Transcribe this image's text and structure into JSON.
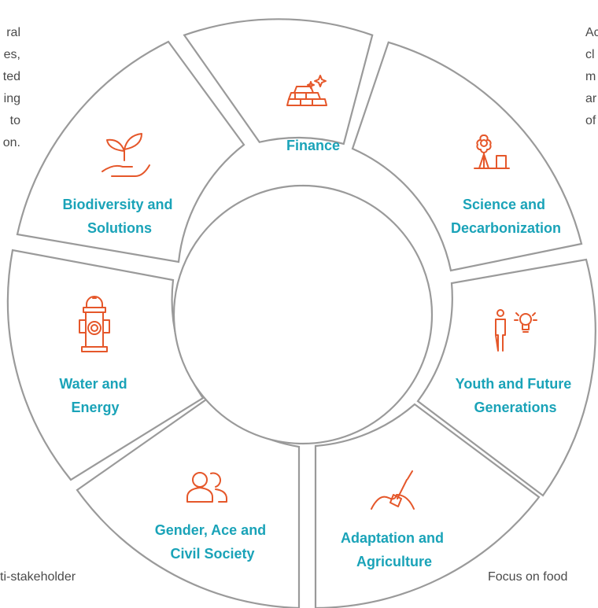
{
  "colors": {
    "label": "#1aa3b8",
    "icon": "#e5572a",
    "outline": "#9a9a9a",
    "body_text": "#4a4a4a"
  },
  "segments": [
    {
      "label_lines": [
        "Finance"
      ],
      "icon": "gold-bars-sparkle-icon"
    },
    {
      "label_lines": [
        "Science and",
        "Decarbonization"
      ],
      "icon": "flower-factory-icon"
    },
    {
      "label_lines": [
        "Youth and Future",
        "Generations"
      ],
      "icon": "person-lightbulb-icon"
    },
    {
      "label_lines": [
        "Adaptation and",
        "Agriculture"
      ],
      "icon": "shovel-soil-icon"
    },
    {
      "label_lines": [
        "Gender, Ace and",
        "Civil Society"
      ],
      "icon": "two-people-icon"
    },
    {
      "label_lines": [
        "Water and",
        "Energy"
      ],
      "icon": "fire-hydrant-icon"
    },
    {
      "label_lines": [
        "Biodiversity and",
        "Solutions"
      ],
      "icon": "seedling-hand-icon"
    }
  ],
  "side_text": {
    "left": [
      "ral",
      "es,",
      "ted",
      "ing",
      "to",
      "on."
    ],
    "right": [
      "Ac",
      "cl",
      "m",
      "ar",
      "of"
    ],
    "bottom_left": "ti-stakeholder",
    "bottom_right": "Focus on food"
  }
}
